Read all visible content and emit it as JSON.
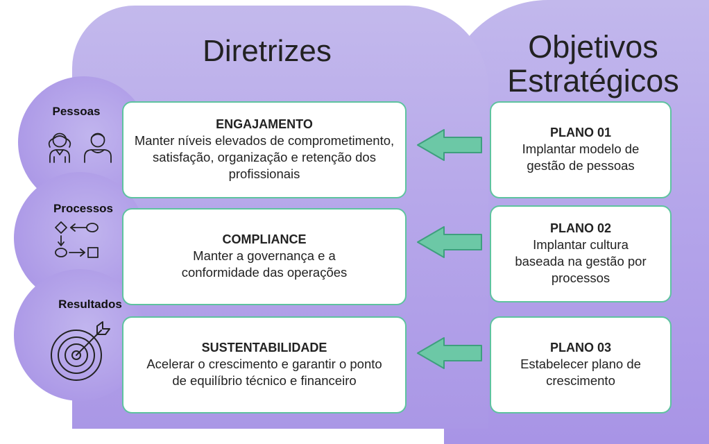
{
  "headers": {
    "diretrizes": "Diretrizes",
    "objetivos": "Objetivos Estratégicos"
  },
  "pillars": [
    {
      "label": "Pessoas",
      "icon": "people-icon"
    },
    {
      "label": "Processos",
      "icon": "process-flow-icon"
    },
    {
      "label": "Resultados",
      "icon": "target-icon"
    }
  ],
  "diretrizes": [
    {
      "title": "ENGAJAMENTO",
      "text": "Manter níveis elevados de comprometimento, satisfação, organização e retenção dos profissionais"
    },
    {
      "title": "COMPLIANCE",
      "text": "Manter a governança e a conformidade das operações"
    },
    {
      "title": "SUSTENTABILIDADE",
      "text": "Acelerar o crescimento e garantir o ponto de equilíbrio técnico e financeiro"
    }
  ],
  "objetivos": [
    {
      "title": "PLANO 01",
      "text": "Implantar modelo de gestão de pessoas"
    },
    {
      "title": "PLANO 02",
      "text": "Implantar cultura baseada na gestão por processos"
    },
    {
      "title": "PLANO 03",
      "text": "Estabelecer plano de crescimento"
    }
  ],
  "colors": {
    "box_border": "#5ec39f",
    "arrow_fill": "#6cc8a6",
    "arrow_stroke": "#3e9f7e",
    "purple": "#b3a3e9"
  }
}
